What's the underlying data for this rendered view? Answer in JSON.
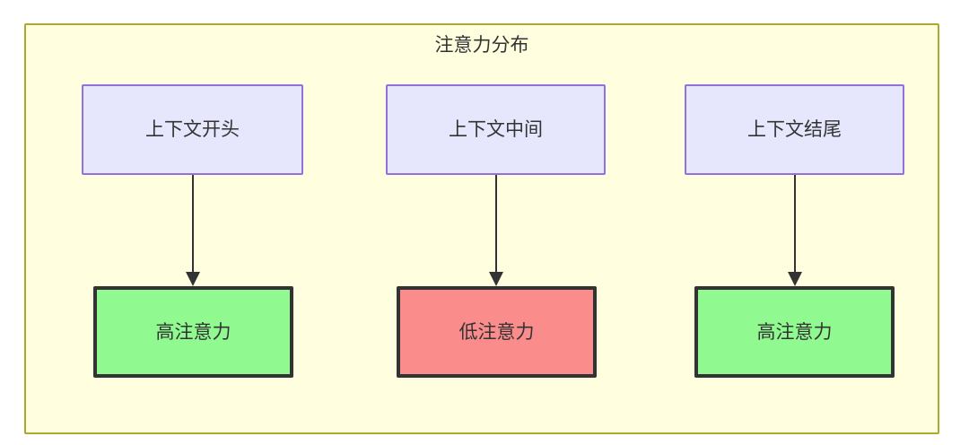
{
  "diagram": {
    "title": "注意力分布",
    "type": "flowchart",
    "container": {
      "fill": "#ffffe0",
      "border_color": "#aaaa33"
    },
    "nodes": [
      {
        "id": "context-start",
        "label": "上下文开头",
        "group": "source",
        "fill": "#e6e6fc",
        "border_color": "#9370db"
      },
      {
        "id": "context-middle",
        "label": "上下文中间",
        "group": "source",
        "fill": "#e6e6fc",
        "border_color": "#9370db"
      },
      {
        "id": "context-end",
        "label": "上下文结尾",
        "group": "source",
        "fill": "#e6e6fc",
        "border_color": "#9370db"
      },
      {
        "id": "attention-high-start",
        "label": "高注意力",
        "group": "result",
        "fill": "#90fa90",
        "border_color": "#333333"
      },
      {
        "id": "attention-low-middle",
        "label": "低注意力",
        "group": "result",
        "fill": "#fb8c8c",
        "border_color": "#333333"
      },
      {
        "id": "attention-high-end",
        "label": "高注意力",
        "group": "result",
        "fill": "#90fa90",
        "border_color": "#333333"
      }
    ],
    "edges": [
      {
        "from": "context-start",
        "to": "attention-high-start",
        "label": "",
        "arrow": "solid"
      },
      {
        "from": "context-middle",
        "to": "attention-low-middle",
        "label": "",
        "arrow": "solid"
      },
      {
        "from": "context-end",
        "to": "attention-high-end",
        "label": "",
        "arrow": "solid"
      }
    ],
    "edge_color": "#333333"
  }
}
